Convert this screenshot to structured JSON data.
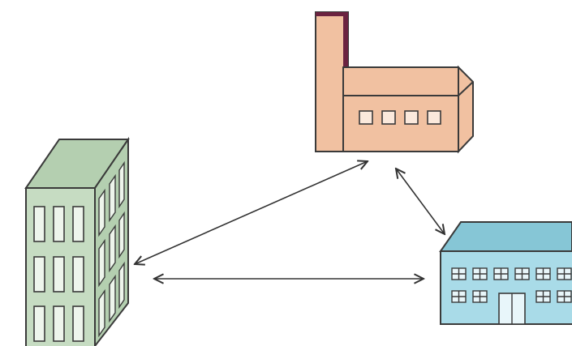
{
  "colors": {
    "background": "#ffffff",
    "outline": "#3a3a3a",
    "arrow": "#333333",
    "tower_front": "#c6dcc2",
    "tower_side": "#b4cfb0",
    "tower_window": "#eef5ec",
    "factory_body": "#f1c1a1",
    "factory_chimney_cap": "#6b2340",
    "factory_window": "#fbe9dc",
    "school_body": "#a9dbe8",
    "school_roof": "#86c6d6",
    "school_window": "#e8f6fa"
  },
  "nodes": [
    {
      "id": "green-tower",
      "icon": "office-tower-icon"
    },
    {
      "id": "factory",
      "icon": "factory-icon"
    },
    {
      "id": "blue-building",
      "icon": "school-building-icon"
    }
  ],
  "edges": [
    {
      "from": "green-tower",
      "to": "factory",
      "direction": "both"
    },
    {
      "from": "factory",
      "to": "blue-building",
      "direction": "both"
    },
    {
      "from": "green-tower",
      "to": "blue-building",
      "direction": "both"
    }
  ]
}
